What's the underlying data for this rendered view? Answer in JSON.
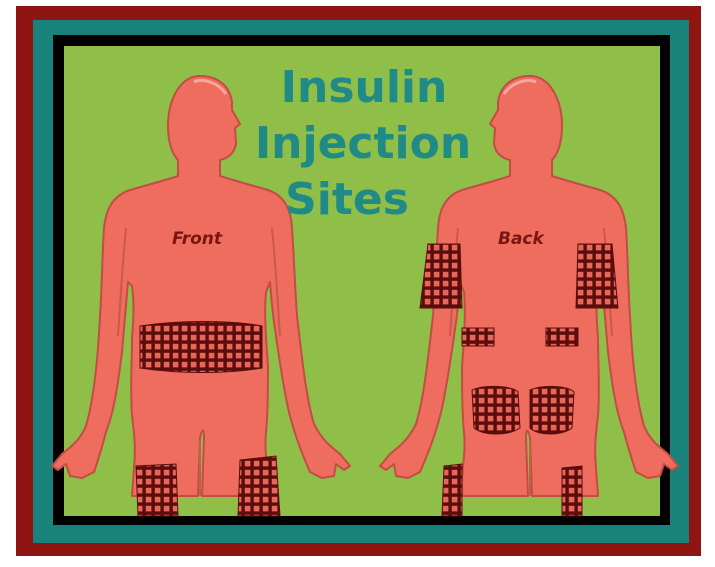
{
  "title": {
    "line1": "Insulin",
    "line2": "Injection",
    "line3": "Sites"
  },
  "figures": {
    "front_label": "Front",
    "back_label": "Back"
  },
  "colors": {
    "outer_frame": "#8f1512",
    "teal_frame": "#19837b",
    "inner_frame": "#000000",
    "background": "#8fbf48",
    "body_fill": "#ef6d5f",
    "body_outline": "#c24d43",
    "injection_site": "#5a0e0c",
    "title_text": "#1f8a86",
    "label_text": "#7a1512"
  },
  "injection_sites_front": [
    "abdomen",
    "left-thigh",
    "right-thigh"
  ],
  "injection_sites_back": [
    "left-upper-arm",
    "right-upper-arm",
    "left-lower-back",
    "right-lower-back",
    "left-buttock",
    "right-buttock",
    "left-thigh-back",
    "right-thigh-back"
  ]
}
